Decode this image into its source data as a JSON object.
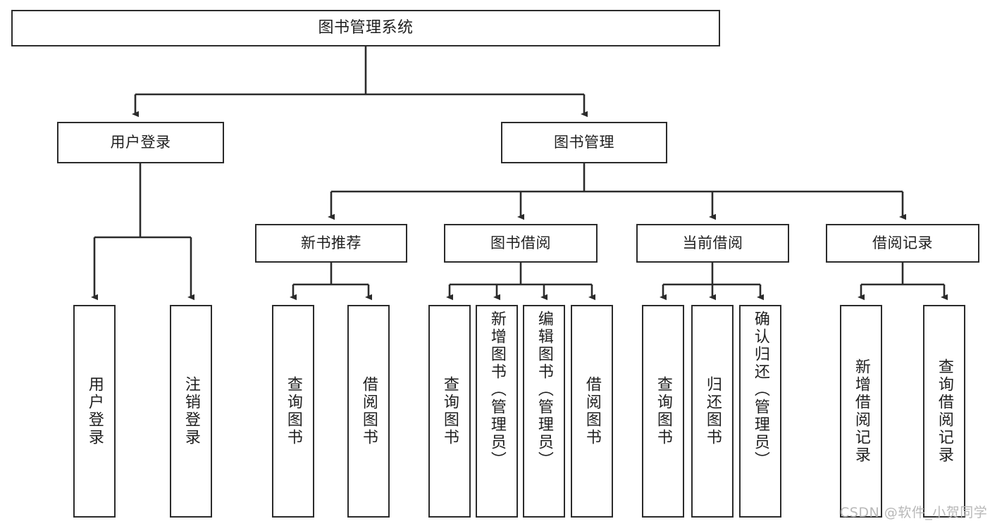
{
  "diagram": {
    "title": "图书管理系统",
    "type": "tree-hierarchy-diagram",
    "watermark": "CSDN @软件_小贺同学",
    "colors": {
      "box_border": "#2b2b2b",
      "box_fill": "#ffffff",
      "connector": "#2b2b2b",
      "text": "#1f1f1f",
      "watermark": "#b8b8b8"
    },
    "root": {
      "label": "图书管理系统"
    },
    "level2": [
      {
        "label": "用户登录"
      },
      {
        "label": "图书管理"
      }
    ],
    "level3": [
      {
        "label": "新书推荐"
      },
      {
        "label": "图书借阅"
      },
      {
        "label": "当前借阅"
      },
      {
        "label": "借阅记录"
      }
    ],
    "leaves_user_login": [
      {
        "label": "用户登录"
      },
      {
        "label": "注销登录"
      }
    ],
    "leaves_new_book": [
      {
        "label": "查询图书"
      },
      {
        "label": "借阅图书"
      }
    ],
    "leaves_borrow": [
      {
        "label": "查询图书"
      },
      {
        "label": "新增图书（管理员）"
      },
      {
        "label": "编辑图书（管理员）"
      },
      {
        "label": "借阅图书"
      }
    ],
    "leaves_current": [
      {
        "label": "查询图书"
      },
      {
        "label": "归还图书"
      },
      {
        "label": "确认归还（管理员）"
      }
    ],
    "leaves_record": [
      {
        "label": "新增借阅记录"
      },
      {
        "label": "查询借阅记录"
      }
    ]
  }
}
